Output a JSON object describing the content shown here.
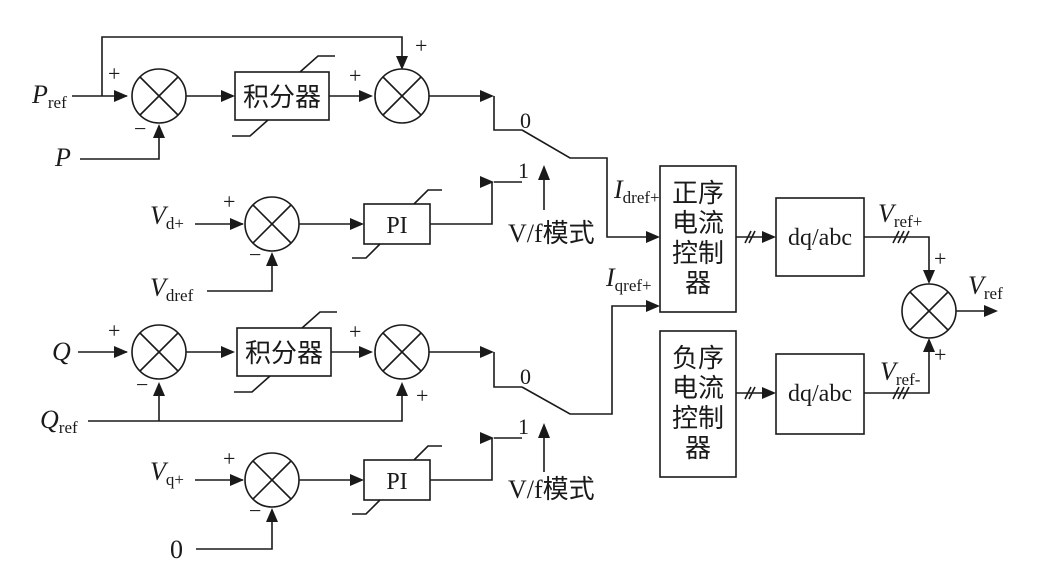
{
  "inputs": {
    "p_ref": {
      "main": "P",
      "sub": "ref"
    },
    "p": {
      "main": "P"
    },
    "v_dplus": {
      "main": "V",
      "sub": "d+"
    },
    "v_dref": {
      "main": "V",
      "sub": "dref"
    },
    "q": {
      "main": "Q"
    },
    "q_ref": {
      "main": "Q",
      "sub": "ref"
    },
    "v_qplus": {
      "main": "V",
      "sub": "q+"
    },
    "zero": "0"
  },
  "blocks": {
    "integrator": "积分器",
    "pi": "PI",
    "pos_ctrl": [
      "正序",
      "电流",
      "控制",
      "器"
    ],
    "neg_ctrl": [
      "负序",
      "电流",
      "控制",
      "器"
    ],
    "dqabc": "dq/abc"
  },
  "switch": {
    "pos0": "0",
    "pos1": "1",
    "mode": "V/f模式"
  },
  "signals": {
    "i_dref": {
      "main": "I",
      "sub": "dref+"
    },
    "i_qref": {
      "main": "I",
      "sub": "qref+"
    },
    "v_refplus": {
      "main": "V",
      "sub": "ref+"
    },
    "v_refminus": {
      "main": "V",
      "sub": "ref-"
    },
    "v_ref": {
      "main": "V",
      "sub": "ref"
    }
  },
  "signs": {
    "plus": "+",
    "minus": "−"
  }
}
